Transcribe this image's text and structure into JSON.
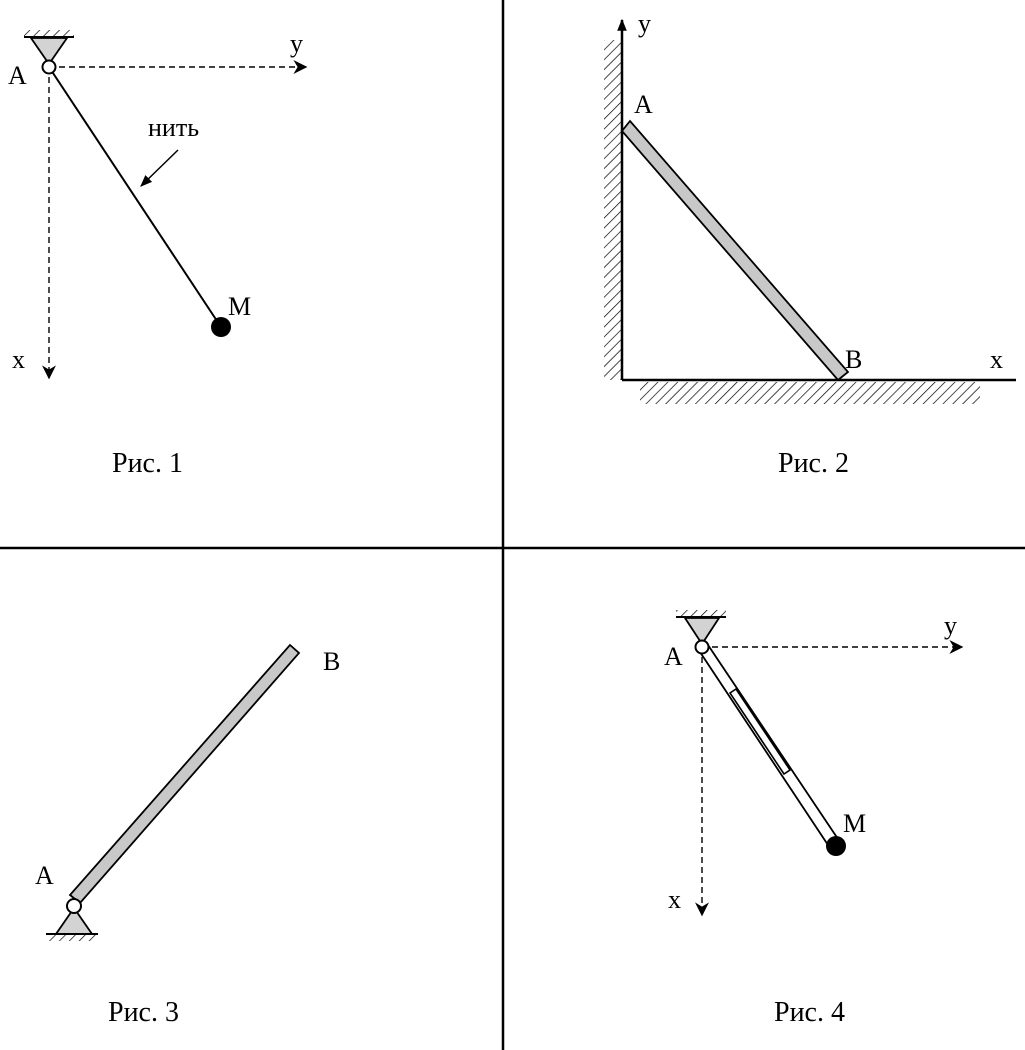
{
  "fig1": {
    "caption": "Рис. 1",
    "label_a": "A",
    "label_m": "M",
    "label_x": "x",
    "label_y": "y",
    "label_thread": "нить"
  },
  "fig2": {
    "caption": "Рис. 2",
    "label_a": "A",
    "label_b": "B",
    "label_x": "x",
    "label_y": "y"
  },
  "fig3": {
    "caption": "Рис. 3",
    "label_a": "A",
    "label_b": "B"
  },
  "fig4": {
    "caption": "Рис. 4",
    "label_a": "A",
    "label_m": "M",
    "label_x": "x",
    "label_y": "y"
  }
}
